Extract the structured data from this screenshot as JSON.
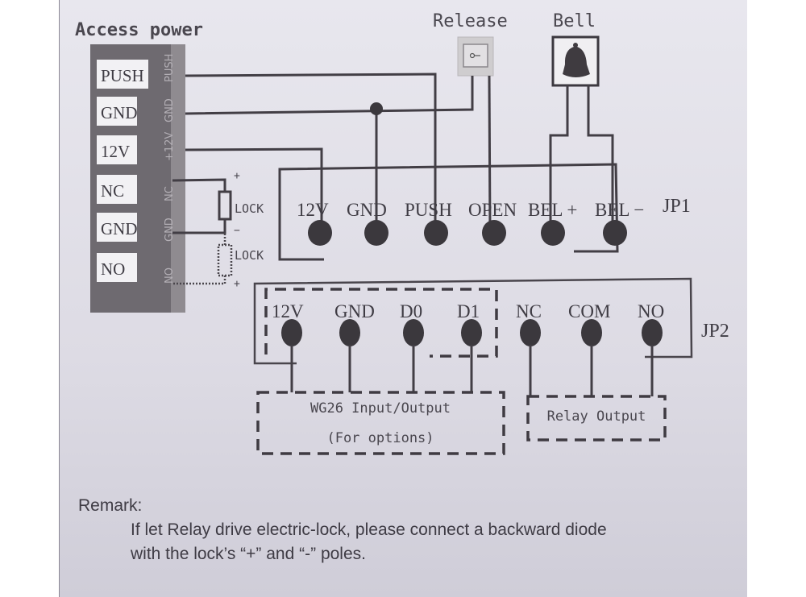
{
  "title": "Access power",
  "power_terminals": [
    "PUSH",
    "GND",
    "12V",
    "NC",
    "GND",
    "NO"
  ],
  "power_side_labels": [
    "PUSH",
    "GND",
    "+12V",
    "NC",
    "GND",
    "NO"
  ],
  "release_label": "Release",
  "bell_label": "Bell",
  "lock_label_1": "LOCK",
  "lock_label_2": "LOCK",
  "polarity": {
    "plus": "+",
    "minus": "−"
  },
  "jp1": {
    "name": "JP1",
    "pins": [
      "12V",
      "GND",
      "PUSH",
      "OPEN",
      "BEL +",
      "BEL −"
    ]
  },
  "jp2": {
    "name": "JP2",
    "pins": [
      "12V",
      "GND",
      "D0",
      "D1",
      "NC",
      "COM",
      "NO"
    ]
  },
  "wg26_box": {
    "line1": "WG26 Input/Output",
    "line2": "(For options)"
  },
  "relay_box": {
    "label": "Relay Output"
  },
  "remark": {
    "heading": "Remark:",
    "line1": "If let Relay drive electric-lock, please connect a backward diode",
    "line2": "with the lock’s “+” and “-” poles."
  },
  "colors": {
    "ink": "#423e45",
    "paper": "#e4e3ea",
    "terminal_block": "#6b676d"
  }
}
